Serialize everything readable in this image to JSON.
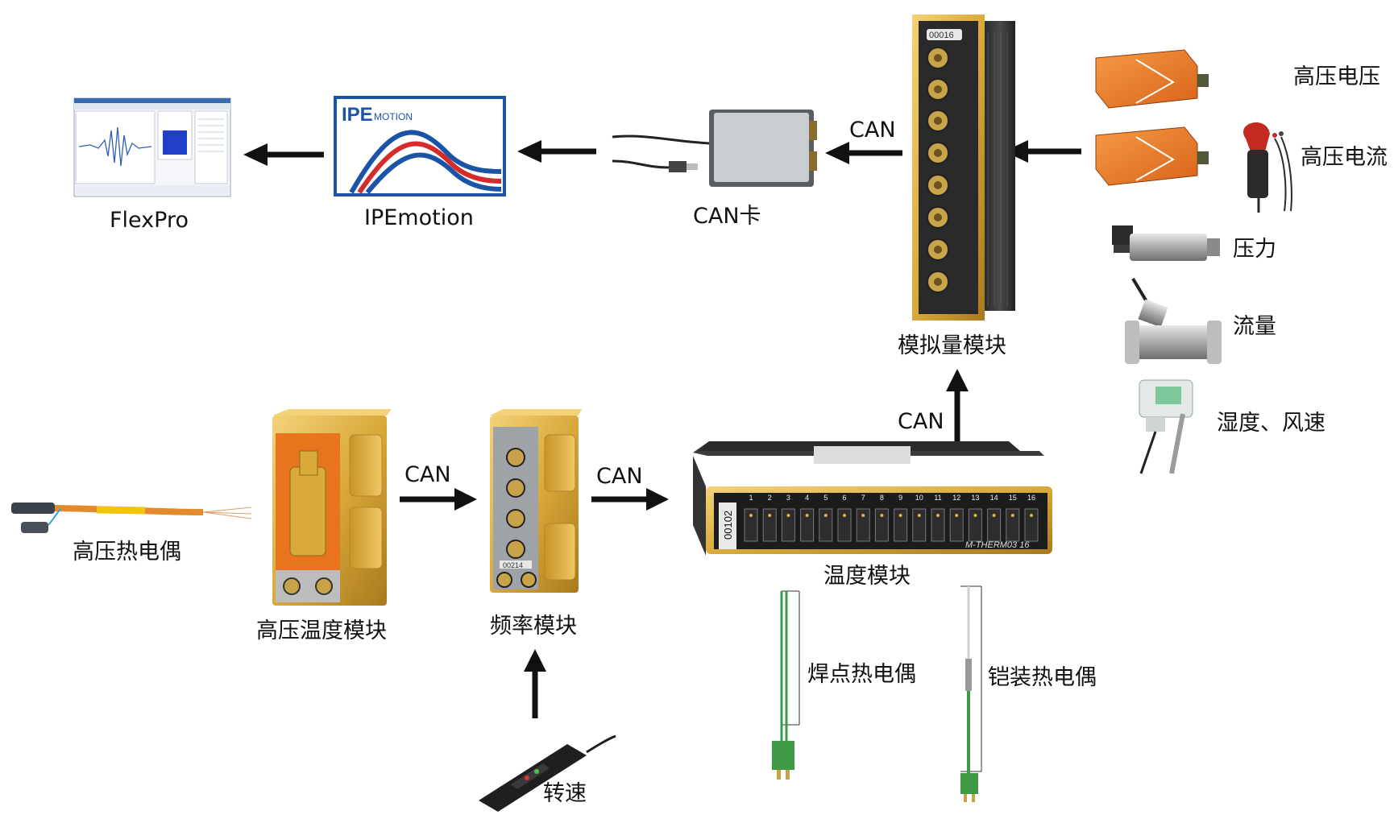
{
  "labels": {
    "flexpro": "FlexPro",
    "ipemotion": "IPEmotion",
    "can_card": "CAN卡",
    "analog_module": "模拟量模块",
    "high_voltage": "高压电压",
    "high_current": "高压电流",
    "pressure": "压力",
    "flow": "流量",
    "humidity_wind": "湿度、风速",
    "hv_thermocouple": "高压热电偶",
    "hv_temp_module": "高压温度模块",
    "freq_module": "频率模块",
    "rotation_speed": "转速",
    "temp_module": "温度模块",
    "welded_thermocouple": "焊点热电偶",
    "armored_thermocouple": "铠装热电偶"
  },
  "bus": {
    "can_analog_to_card": "CAN",
    "can_temp_to_analog": "CAN",
    "can_hv_to_freq": "CAN",
    "can_freq_to_temp": "CAN"
  },
  "device_text": {
    "ipe_logo_ipe": "IPE",
    "ipe_logo_motion": "MOTION",
    "analog_serial": "00016",
    "freq_serial": "00214",
    "temp_serial": "00102",
    "temp_model": "M-THERM03 16",
    "temp_channels": [
      "1",
      "2",
      "3",
      "4",
      "5",
      "6",
      "7",
      "8",
      "9",
      "10",
      "11",
      "12",
      "13",
      "14",
      "15",
      "16"
    ]
  },
  "colors": {
    "device_gold": "#d9a93a",
    "sensor_orange": "#e8741e",
    "thermo_green": "#3f9a45",
    "ipe_blue": "#1b54a6",
    "ipe_red": "#d42b2b",
    "arrow": "#111111"
  }
}
